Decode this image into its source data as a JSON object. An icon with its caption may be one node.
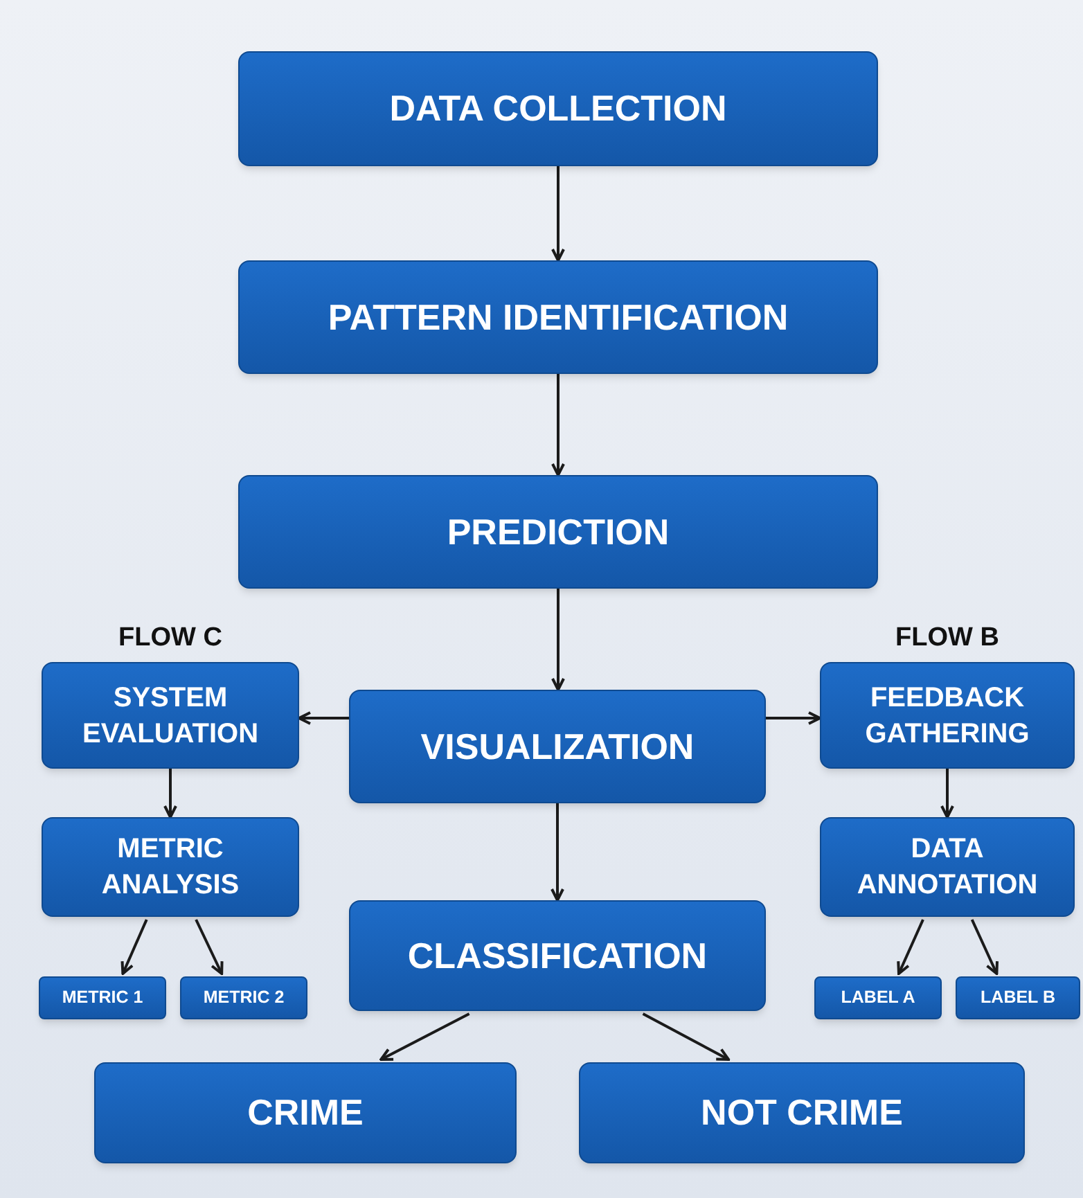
{
  "diagram": {
    "nodes": [
      {
        "text": [
          "DATA COLLECTION"
        ]
      },
      {
        "text": [
          "PATTERN IDENTIFICATION"
        ]
      },
      {
        "text": [
          "PREDICTION"
        ]
      },
      {
        "text": [
          "SYSTEM EVALUATION"
        ]
      },
      {
        "text": [
          "VISUALIZATION"
        ]
      },
      {
        "text": [
          "FEEDBACK GATHERING"
        ]
      },
      {
        "text": [
          "METRIC ANALYSIS"
        ]
      },
      {
        "text": [
          "CLASSIFICATION"
        ]
      },
      {
        "text": [
          "DATA ANNOTATION"
        ]
      },
      {
        "text": [
          "METRIC 1"
        ]
      },
      {
        "text": [
          "METRIC 2"
        ]
      },
      {
        "text": [
          "LABEL A"
        ]
      },
      {
        "text": [
          "LABEL B"
        ]
      },
      {
        "text": [
          "CRIME"
        ]
      },
      {
        "text": [
          "NOT CRIME"
        ]
      }
    ],
    "edges": [
      {
        "from": 0,
        "to": 1,
        "arrow": "to"
      },
      {
        "from": 1,
        "to": 2,
        "arrow": "to"
      },
      {
        "from": 2,
        "to": 4,
        "arrow": "to"
      },
      {
        "from": 4,
        "to": 3,
        "arrow": "to"
      },
      {
        "from": 4,
        "to": 5,
        "arrow": "to"
      },
      {
        "from": 3,
        "to": 6,
        "arrow": "to"
      },
      {
        "from": 6,
        "to": 9,
        "arrow": "to"
      },
      {
        "from": 6,
        "to": 10,
        "arrow": "to"
      },
      {
        "from": 5,
        "to": 8,
        "arrow": "to"
      },
      {
        "from": 8,
        "to": 11,
        "arrow": "to"
      },
      {
        "from": 8,
        "to": 12,
        "arrow": "to"
      },
      {
        "from": 4,
        "to": 7,
        "arrow": "to"
      },
      {
        "from": 7,
        "to": 13,
        "arrow": "to"
      },
      {
        "from": 7,
        "to": 14,
        "arrow": "to"
      }
    ],
    "labels": [
      "FLOW C",
      "FLOW B"
    ]
  }
}
